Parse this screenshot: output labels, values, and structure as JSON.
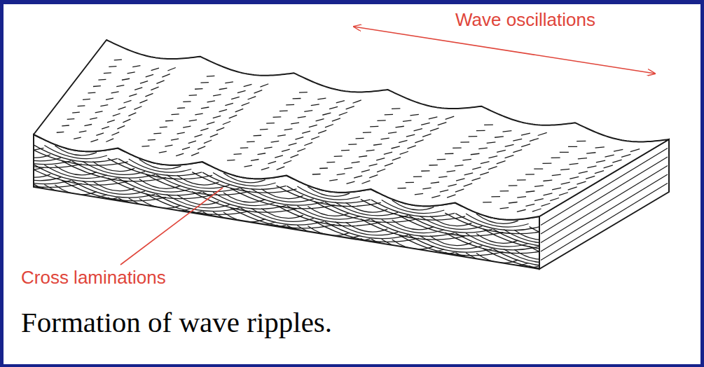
{
  "diagram": {
    "caption": "Formation of wave ripples.",
    "labels": [
      "Wave oscillations",
      "Cross laminations"
    ]
  }
}
